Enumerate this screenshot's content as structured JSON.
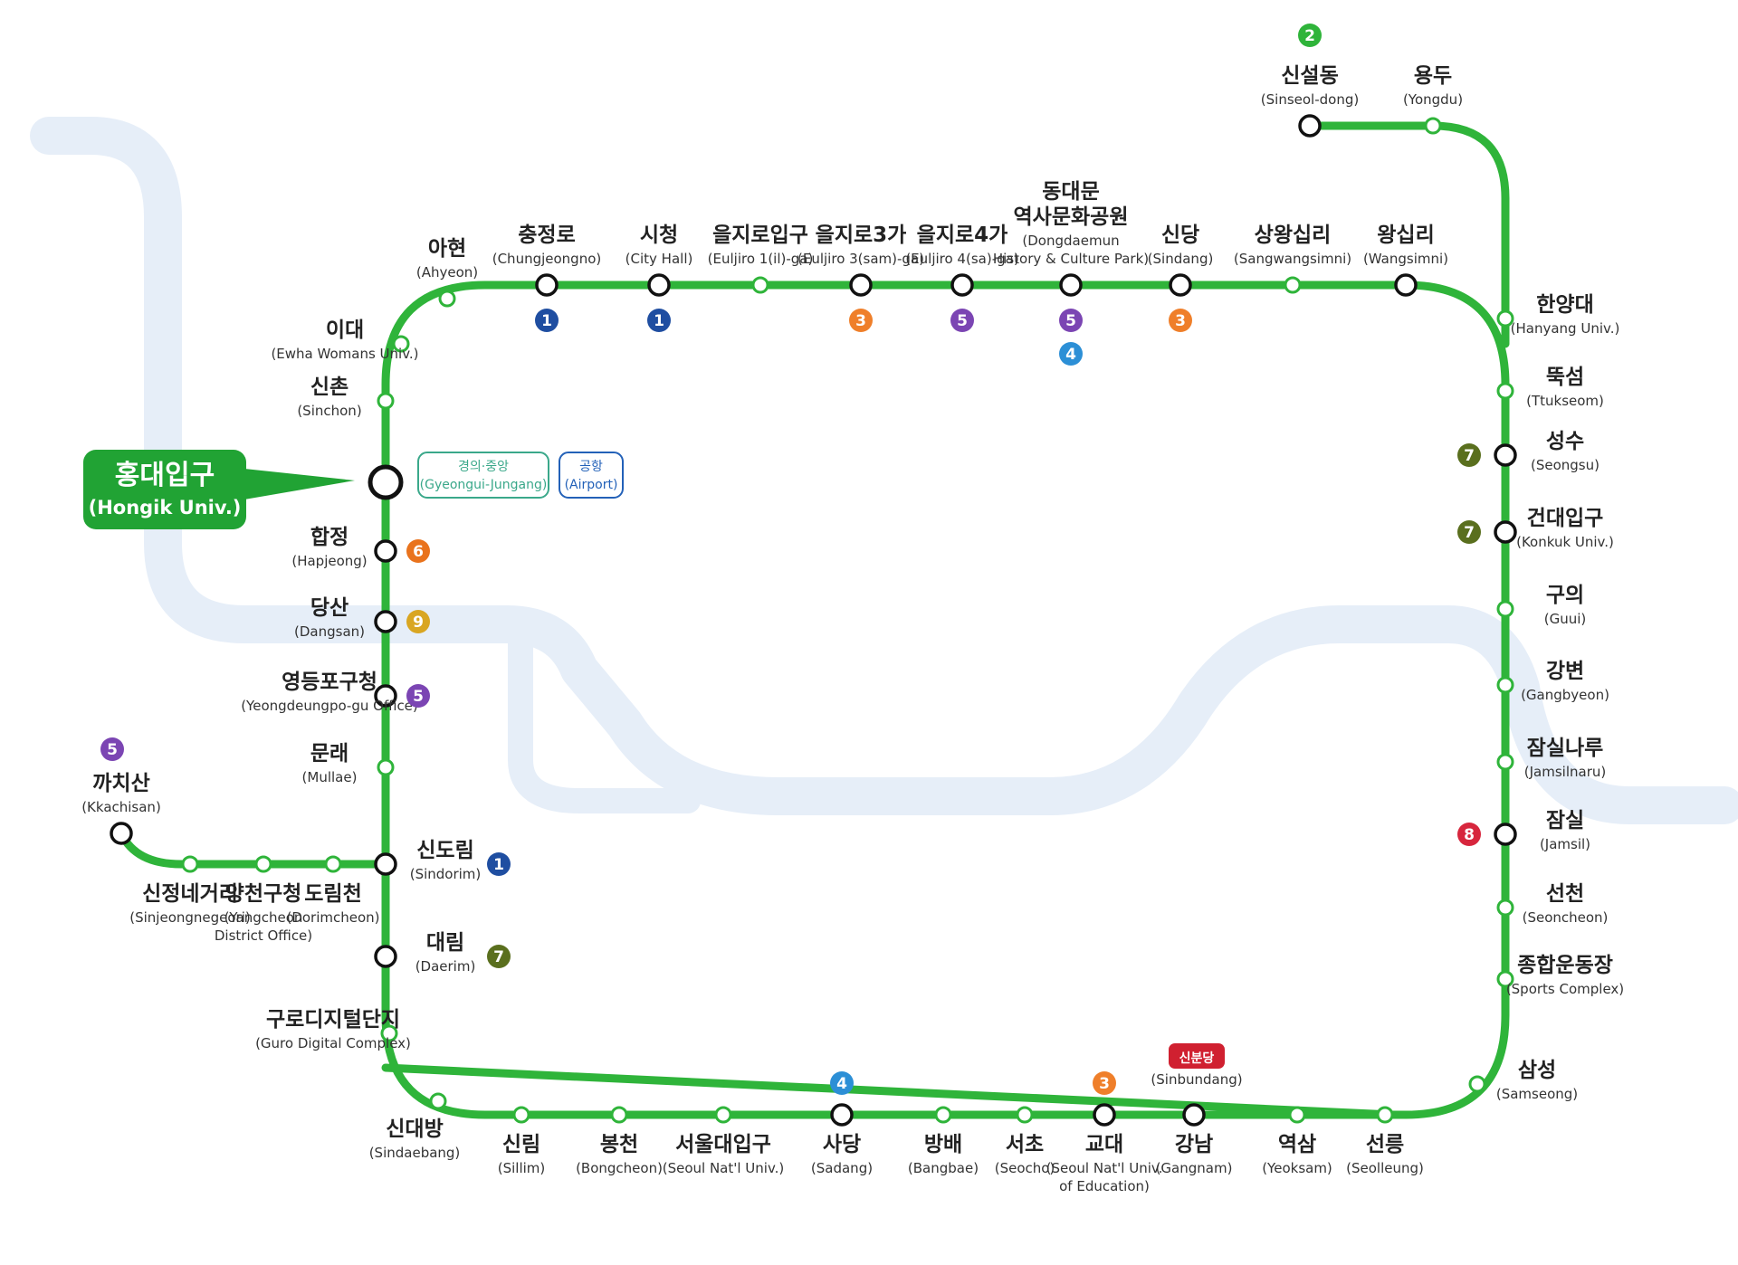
{
  "map": {
    "line": {
      "number": "2",
      "color": "#2fb43a"
    },
    "highlight": {
      "label_ko": "홍대입구",
      "label_en": "(Hongik Univ.)"
    },
    "line_colors": {
      "1": "#1f4ea1",
      "4": "#2c8fd6",
      "5": "#7b45b3",
      "6": "#e9731d",
      "7": "#5a6f1e",
      "8": "#d7263d",
      "9": "#d9a622",
      "3": "#ef7f2a"
    },
    "hongdae_tags": [
      {
        "label": "경의·중앙",
        "sub": "(Gyeongui-Jungang)",
        "color": "#3aa88a"
      },
      {
        "label": "공항",
        "sub": "(Airport)",
        "color": "#2361b8"
      }
    ],
    "sinbundang": {
      "label": "신분당",
      "sub": "(Sinbundang)",
      "color": "#d02030"
    },
    "stations": [
      {
        "ko": "신설동",
        "en": "(Sinseol-dong)",
        "transfer": true,
        "lines": [
          "2"
        ]
      },
      {
        "ko": "용두",
        "en": "(Yongdu)",
        "transfer": false,
        "lines": []
      },
      {
        "ko": "동대문\n역사문화공원",
        "en": "(Dongdaemun\nHistory & Culture Park)",
        "transfer": true,
        "lines": [
          "5",
          "4"
        ]
      },
      {
        "ko": "아현",
        "en": "(Ahyeon)",
        "transfer": false,
        "lines": []
      },
      {
        "ko": "충정로",
        "en": "(Chungjeongno)",
        "transfer": true,
        "lines": [
          "1"
        ]
      },
      {
        "ko": "시청",
        "en": "(City Hall)",
        "transfer": true,
        "lines": [
          "1"
        ]
      },
      {
        "ko": "을지로입구",
        "en": "(Euljiro 1(il)-ga)",
        "transfer": false,
        "lines": []
      },
      {
        "ko": "을지로3가",
        "en": "(Euljiro 3(sam)-ga)",
        "transfer": true,
        "lines": [
          "3"
        ]
      },
      {
        "ko": "을지로4가",
        "en": "(Euljiro 4(sa)-ga)",
        "transfer": true,
        "lines": [
          "5"
        ]
      },
      {
        "ko": "신당",
        "en": "(Sindang)",
        "transfer": true,
        "lines": [
          "3"
        ]
      },
      {
        "ko": "상왕십리",
        "en": "(Sangwangsimni)",
        "transfer": false,
        "lines": []
      },
      {
        "ko": "왕십리",
        "en": "(Wangsimni)",
        "transfer": true,
        "lines": []
      },
      {
        "ko": "이대",
        "en": "(Ewha Womans Univ.)",
        "transfer": false,
        "lines": []
      },
      {
        "ko": "신촌",
        "en": "(Sinchon)",
        "transfer": false,
        "lines": []
      },
      {
        "ko": "홍대입구",
        "en": "(Hongik Univ.)",
        "transfer": true,
        "lines": []
      },
      {
        "ko": "합정",
        "en": "(Hapjeong)",
        "transfer": true,
        "lines": [
          "6"
        ]
      },
      {
        "ko": "당산",
        "en": "(Dangsan)",
        "transfer": true,
        "lines": [
          "9"
        ]
      },
      {
        "ko": "영등포구청",
        "en": "(Yeongdeungpo-gu Office)",
        "transfer": true,
        "lines": [
          "5"
        ]
      },
      {
        "ko": "문래",
        "en": "(Mullae)",
        "transfer": false,
        "lines": []
      },
      {
        "ko": "신도림",
        "en": "(Sindorim)",
        "transfer": true,
        "lines": [
          "1"
        ]
      },
      {
        "ko": "대림",
        "en": "(Daerim)",
        "transfer": true,
        "lines": [
          "7"
        ]
      },
      {
        "ko": "구로디지털단지",
        "en": "(Guro Digital Complex)",
        "transfer": false,
        "lines": []
      },
      {
        "ko": "까치산",
        "en": "(Kkachisan)",
        "transfer": true,
        "lines": [
          "5"
        ]
      },
      {
        "ko": "신정네거리",
        "en": "(Sinjeongnegeori)",
        "transfer": false,
        "lines": []
      },
      {
        "ko": "양천구청",
        "en": "(Yangcheon\nDistrict Office)",
        "transfer": false,
        "lines": []
      },
      {
        "ko": "도림천",
        "en": "(Dorimcheon)",
        "transfer": false,
        "lines": []
      },
      {
        "ko": "한양대",
        "en": "(Hanyang Univ.)",
        "transfer": false,
        "lines": []
      },
      {
        "ko": "뚝섬",
        "en": "(Ttukseom)",
        "transfer": false,
        "lines": []
      },
      {
        "ko": "성수",
        "en": "(Seongsu)",
        "transfer": true,
        "lines": [
          "7"
        ]
      },
      {
        "ko": "건대입구",
        "en": "(Konkuk Univ.)",
        "transfer": true,
        "lines": [
          "7"
        ]
      },
      {
        "ko": "구의",
        "en": "(Guui)",
        "transfer": false,
        "lines": []
      },
      {
        "ko": "강변",
        "en": "(Gangbyeon)",
        "transfer": false,
        "lines": []
      },
      {
        "ko": "잠실나루",
        "en": "(Jamsilnaru)",
        "transfer": false,
        "lines": []
      },
      {
        "ko": "잠실",
        "en": "(Jamsil)",
        "transfer": true,
        "lines": [
          "8"
        ]
      },
      {
        "ko": "선천",
        "en": "(Seoncheon)",
        "transfer": false,
        "lines": []
      },
      {
        "ko": "종합운동장",
        "en": "(Sports Complex)",
        "transfer": false,
        "lines": []
      },
      {
        "ko": "삼성",
        "en": "(Samseong)",
        "transfer": false,
        "lines": []
      },
      {
        "ko": "신대방",
        "en": "(Sindaebang)",
        "transfer": false,
        "lines": []
      },
      {
        "ko": "신림",
        "en": "(Sillim)",
        "transfer": false,
        "lines": []
      },
      {
        "ko": "봉천",
        "en": "(Bongcheon)",
        "transfer": false,
        "lines": []
      },
      {
        "ko": "서울대입구",
        "en": "(Seoul Nat'l Univ.)",
        "transfer": false,
        "lines": []
      },
      {
        "ko": "사당",
        "en": "(Sadang)",
        "transfer": true,
        "lines": [
          "4"
        ]
      },
      {
        "ko": "방배",
        "en": "(Bangbae)",
        "transfer": false,
        "lines": []
      },
      {
        "ko": "서초",
        "en": "(Seocho)",
        "transfer": false,
        "lines": []
      },
      {
        "ko": "교대",
        "en": "(Seoul Nat'l Univ.\nof Education)",
        "transfer": true,
        "lines": [
          "3"
        ]
      },
      {
        "ko": "강남",
        "en": "(Gangnam)",
        "transfer": true,
        "lines": [
          "sinbundang"
        ]
      },
      {
        "ko": "역삼",
        "en": "(Yeoksam)",
        "transfer": false,
        "lines": []
      },
      {
        "ko": "선릉",
        "en": "(Seolleung)",
        "transfer": false,
        "lines": []
      }
    ]
  }
}
